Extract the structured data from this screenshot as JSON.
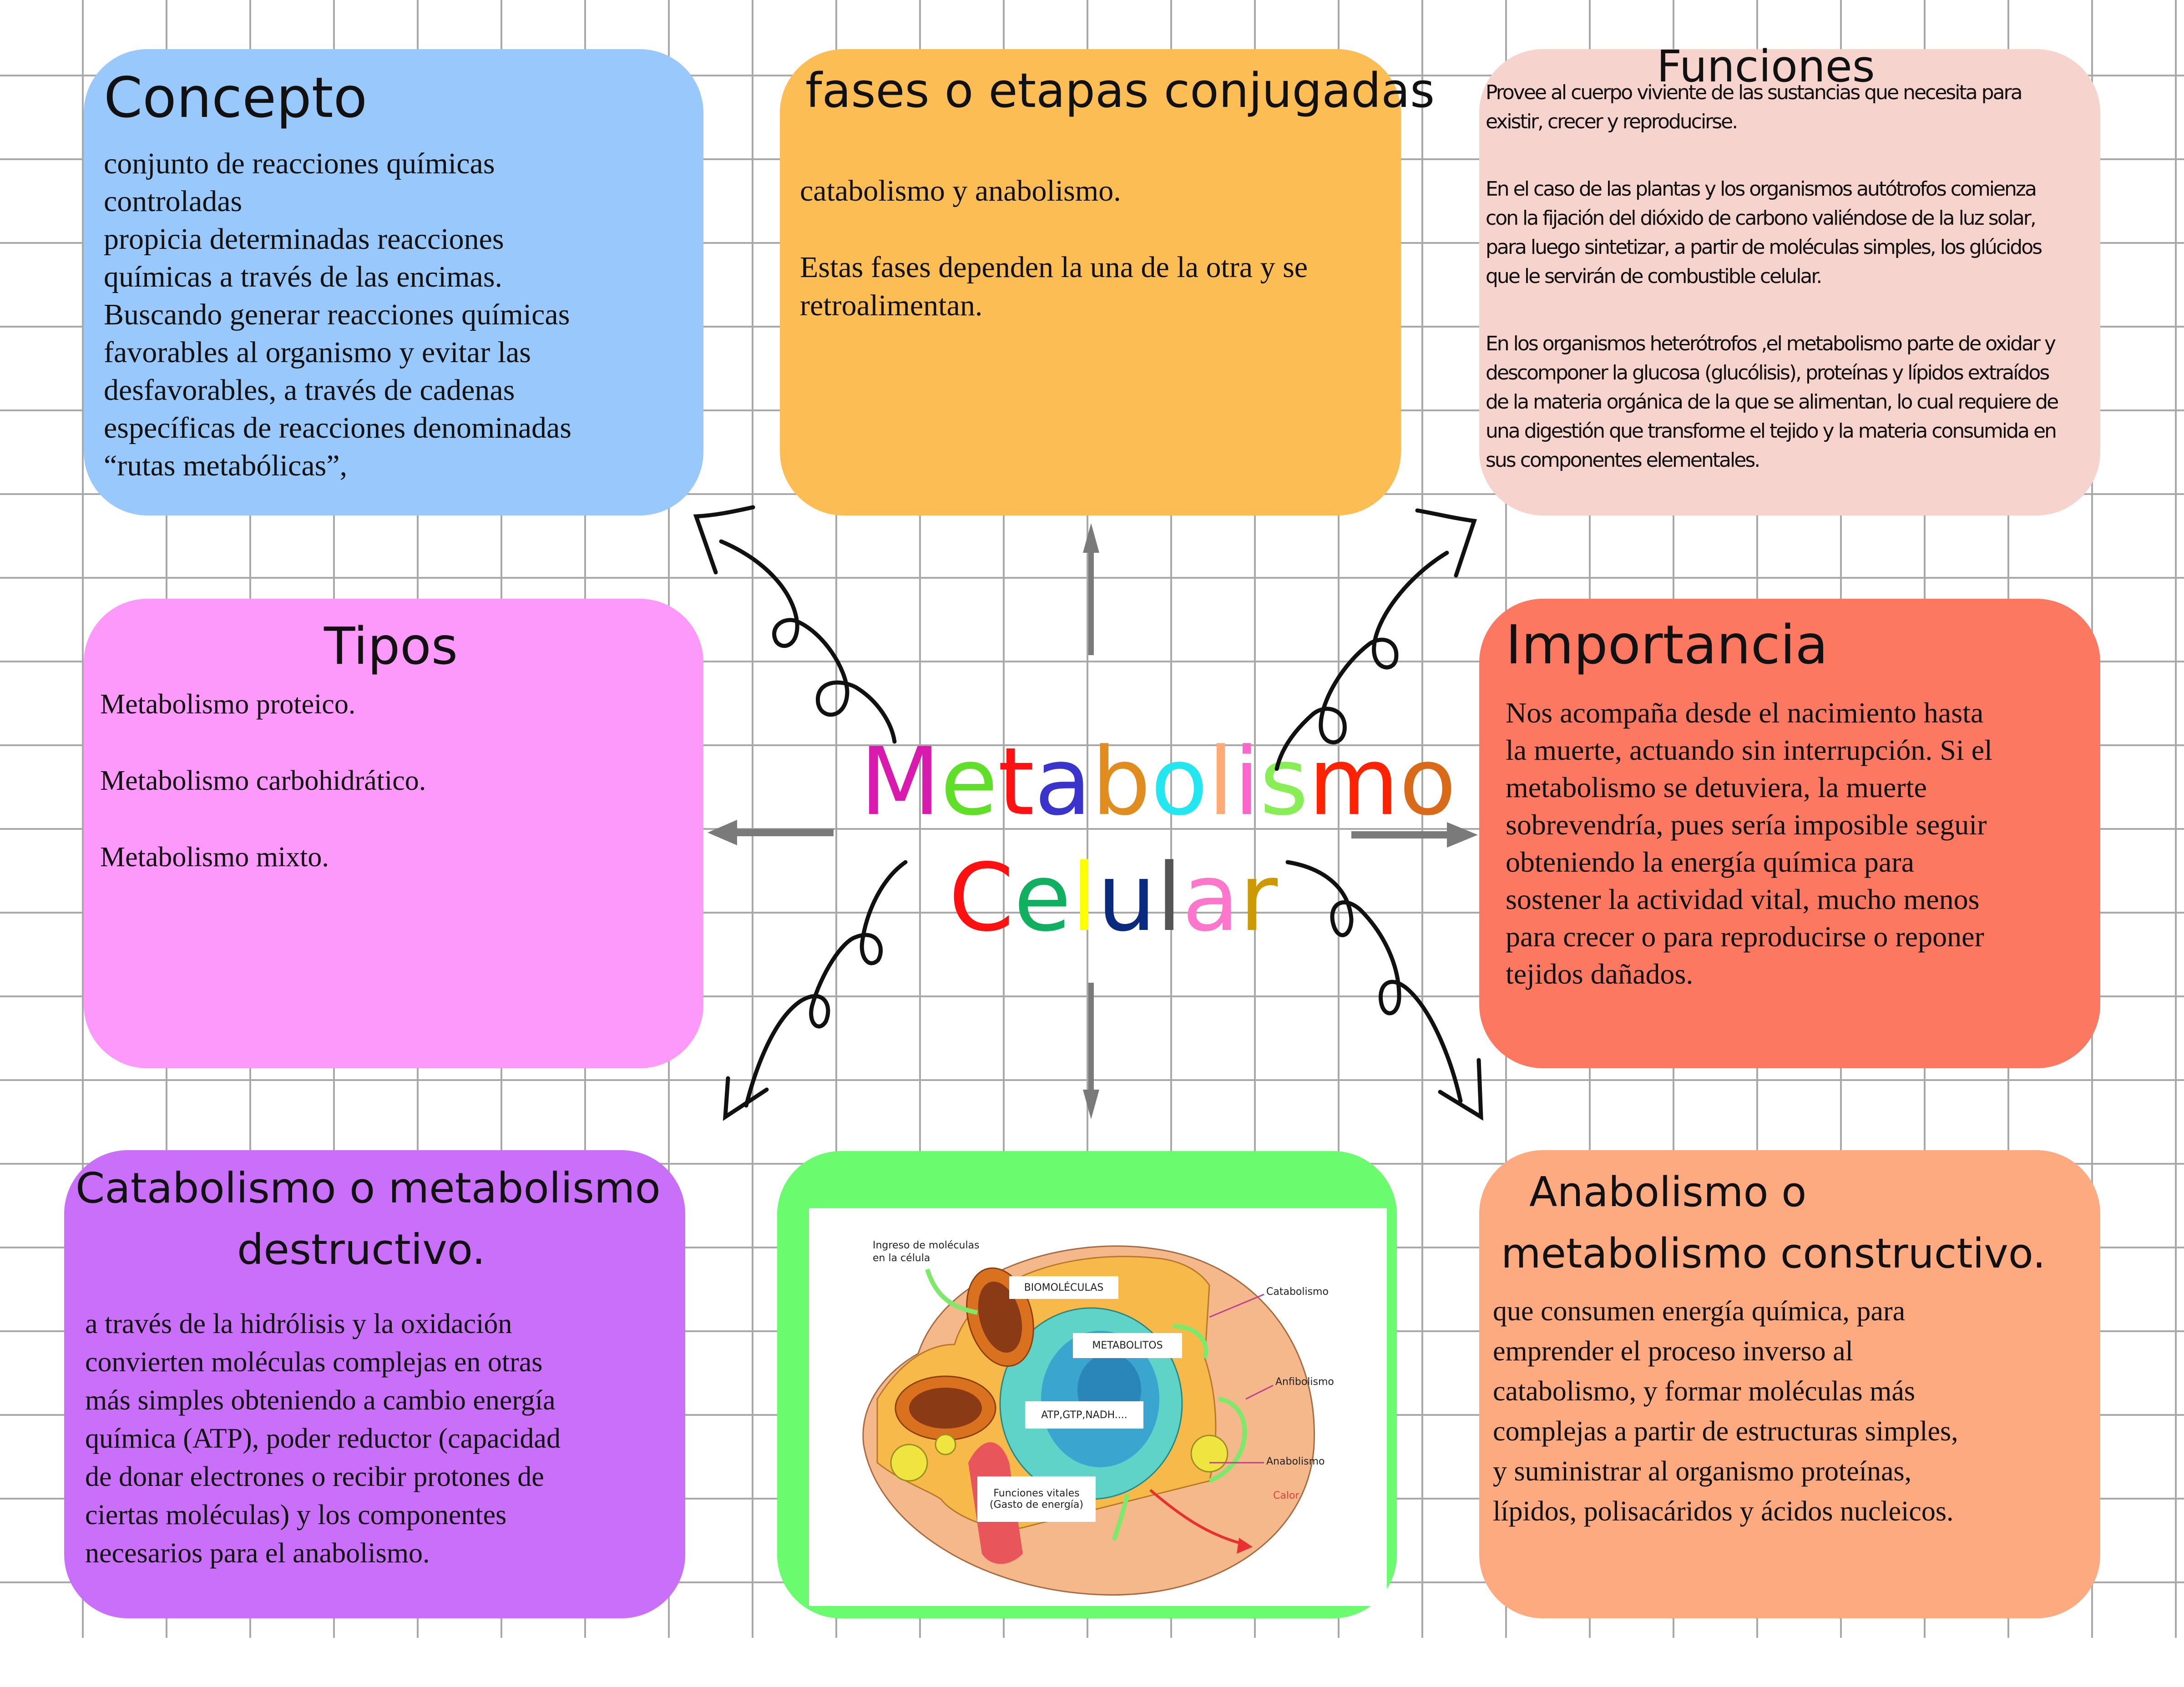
{
  "center": {
    "title_line1": [
      "M",
      "e",
      "t",
      "a",
      "b",
      "o",
      "l",
      "i",
      "s",
      "m",
      "o"
    ],
    "title_line1_colors": [
      "#d81bae",
      "#5fdf28",
      "#ff1111",
      "#3a33cc",
      "#e08c1e",
      "#22e6f0",
      "#ffaa77",
      "#ff66cc",
      "#88ee55",
      "#ff2200",
      "#d96a1a"
    ],
    "title_line2": [
      "C",
      "e",
      "l",
      "u",
      "l",
      "a",
      "r"
    ],
    "title_line2_colors": [
      "#ff1010",
      "#10b060",
      "#ffff00",
      "#0a2a80",
      "#555555",
      "#ff77cc",
      "#cc9900"
    ]
  },
  "cards": {
    "concepto": {
      "color": "#99c8fc",
      "title": "Concepto",
      "lines": [
        "conjunto de reacciones químicas",
        "controladas",
        "propicia determinadas reacciones",
        "químicas a través de las encimas.",
        "Buscando  generar reacciones químicas",
        "favorables al organismo y evitar las",
        "desfavorables, a través de cadenas",
        "específicas de reacciones denominadas",
        "“rutas metabólicas”,"
      ]
    },
    "fases": {
      "color": "#fdbd55",
      "title": "fases o etapas conjugadas",
      "p1": "catabolismo y anabolismo.",
      "p2_lines": [
        "Estas fases dependen la una de la otra y se",
        "retroalimentan."
      ]
    },
    "funciones": {
      "color": "#f6d4cd",
      "title": "Funciones",
      "p1_lines": [
        "Provee al cuerpo viviente de las sustancias que necesita para",
        "existir, crecer y reproducirse."
      ],
      "p2_lines": [
        " En el caso de las plantas y los organismos autótrofos comienza",
        "con la fijación del dióxido de carbono valiéndose de la luz solar,",
        "para luego sintetizar, a partir de moléculas simples, los glúcidos",
        "que le servirán de combustible celular."
      ],
      "p3_lines": [
        "En los organismos heterótrofos ,el metabolismo parte de oxidar y",
        "descomponer la glucosa (glucólisis), proteínas y lípidos extraídos",
        "de la materia orgánica de la que se alimentan, lo cual requiere de",
        "una digestión que transforme el tejido y la materia consumida en",
        "sus componentes elementales."
      ]
    },
    "tipos": {
      "color": "#fd99fb",
      "title": "Tipos",
      "items": [
        "Metabolismo proteico.",
        "Metabolismo carbohidrático.",
        "Metabolismo mixto."
      ]
    },
    "importancia": {
      "color": "#fd7860",
      "title": "Importancia",
      "lines": [
        "Nos acompaña desde el nacimiento hasta",
        "la muerte, actuando sin interrupción. Si el",
        "metabolismo se detuviera, la muerte",
        "sobrevendría, pues sería imposible seguir",
        "obteniendo la energía química para",
        "sostener la actividad vital, mucho menos",
        "para crecer o para reproducirse o reponer",
        "tejidos dañados."
      ]
    },
    "catabolismo": {
      "color": "#c96ffa",
      "title_line1": "Catabolismo o metabolismo",
      "title_line2": "destructivo.",
      "lines": [
        "a través de la hidrólisis y la oxidación",
        "convierten moléculas complejas en otras",
        "más simples obteniendo  a cambio energía",
        "química (ATP), poder reductor (capacidad",
        "de donar electrones o recibir protones de",
        "ciertas moléculas) y los componentes",
        "necesarios para el anabolismo."
      ]
    },
    "imagen": {
      "color": "#6afc6e",
      "labels": {
        "ingreso_line1": "Ingreso de moléculas",
        "ingreso_line2": "en la célula",
        "biomoleculas": "BIOMOLÉCULAS",
        "metabolitos": "METABOLITOS",
        "atp": "ATP,GTP,NADH....",
        "funciones_line1": "Funciones vitales",
        "funciones_line2": "(Gasto de energía)",
        "catabolismo": "Catabolismo",
        "anfibolismo": "Anfibolismo",
        "anabolismo": "Anabolismo",
        "calor": "Calor"
      }
    },
    "anabolismo": {
      "color": "#fdaa80",
      "title_line1": "Anabolismo o",
      "title_line2": "metabolismo constructivo.",
      "lines": [
        "que consumen energía química, para",
        "emprender el proceso inverso al",
        "catabolismo, y formar moléculas más",
        "complejas a partir de estructuras simples,",
        "y suministrar al organismo proteínas,",
        "lípidos, polisacáridos y ácidos nucleicos."
      ]
    }
  },
  "arrows": {
    "straight_color": "#7a7a7a",
    "curly_color": "#111111"
  }
}
